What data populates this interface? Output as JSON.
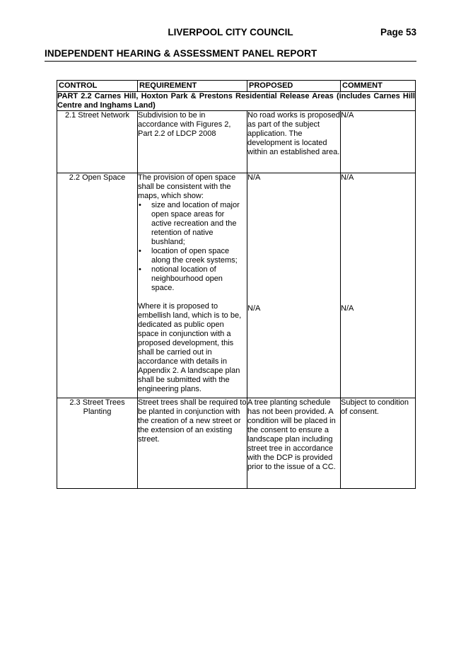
{
  "header": {
    "council": "LIVERPOOL CITY COUNCIL",
    "page": "Page 53",
    "report_title": "INDEPENDENT HEARING & ASSESSMENT PANEL REPORT"
  },
  "table": {
    "columns": [
      "CONTROL",
      "REQUIREMENT",
      "PROPOSED",
      "COMMENT"
    ],
    "part_heading": "PART 2.2 Carnes Hill, Hoxton Park & Prestons Residential Release Areas (includes Carnes Hill Centre and Inghams Land)",
    "rows": [
      {
        "control": "2.1 Street Network",
        "requirement": "Subdivision to be in accordance with Figures 2, Part 2.2  of LDCP 2008",
        "proposed": "No road works is proposed as part of the subject application. The development is located within an established area.",
        "comment": "N/A"
      },
      {
        "control": "2.2 Open Space",
        "requirement_intro": "The provision of open space shall be consistent with the maps, which show:",
        "requirement_bullets": [
          "size and location of major open space areas for active recreation and the retention of native bushland;",
          "location of open space along the creek systems;",
          "notional location of neighbourhood open space."
        ],
        "proposed": "N/A",
        "comment": "N/A",
        "requirement_2": "Where it is proposed to embellish land, which is to be, dedicated as public open space in conjunction with a proposed development, this shall be carried out in accordance with details in Appendix 2.  A landscape plan shall be submitted with the engineering plans.",
        "proposed_2": "N/A",
        "comment_2": "N/A"
      },
      {
        "control": "2.3 Street Trees Planting",
        "requirement": "Street trees shall be required to be planted in conjunction with the creation of a new street or the extension of an existing street.",
        "proposed": "A tree planting schedule has not been provided. A condition will be placed in the consent to ensure a landscape plan including street tree in accordance with the DCP is provided prior to the issue of a CC.",
        "comment": "Subject to condition of consent."
      }
    ],
    "bullet_glyph": "•"
  }
}
